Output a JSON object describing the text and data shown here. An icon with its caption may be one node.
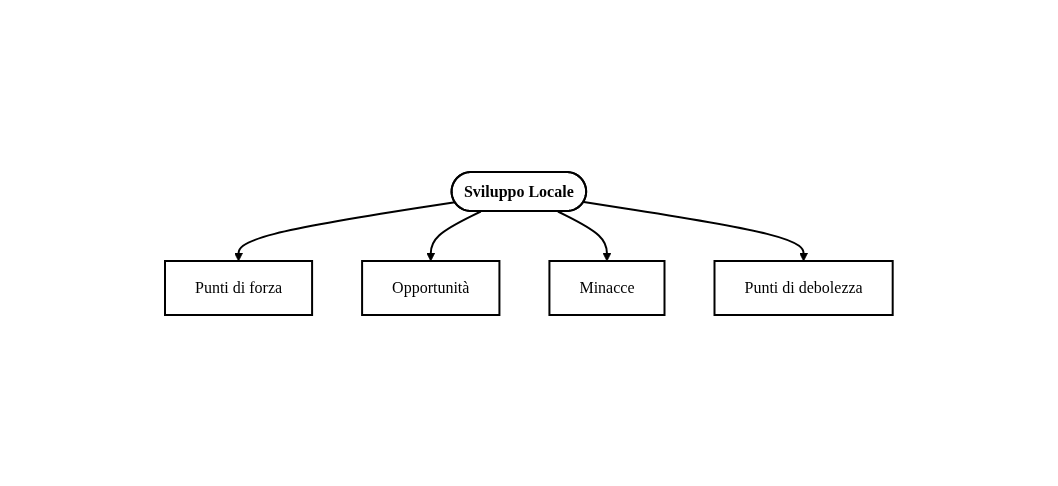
{
  "diagram": {
    "nodes": [
      {
        "text": [
          "Sviluppo Locale"
        ]
      },
      {
        "text": [
          "Punti di forza"
        ]
      },
      {
        "text": [
          "Opportunità"
        ]
      },
      {
        "text": [
          "Minacce"
        ]
      },
      {
        "text": [
          "Punti di debolezza"
        ]
      }
    ],
    "edges": [
      {
        "from": 0,
        "to": 1,
        "arrow": "to"
      },
      {
        "from": 0,
        "to": 2,
        "arrow": "to"
      },
      {
        "from": 0,
        "to": 3,
        "arrow": "to"
      },
      {
        "from": 0,
        "to": 4,
        "arrow": "to"
      }
    ]
  }
}
